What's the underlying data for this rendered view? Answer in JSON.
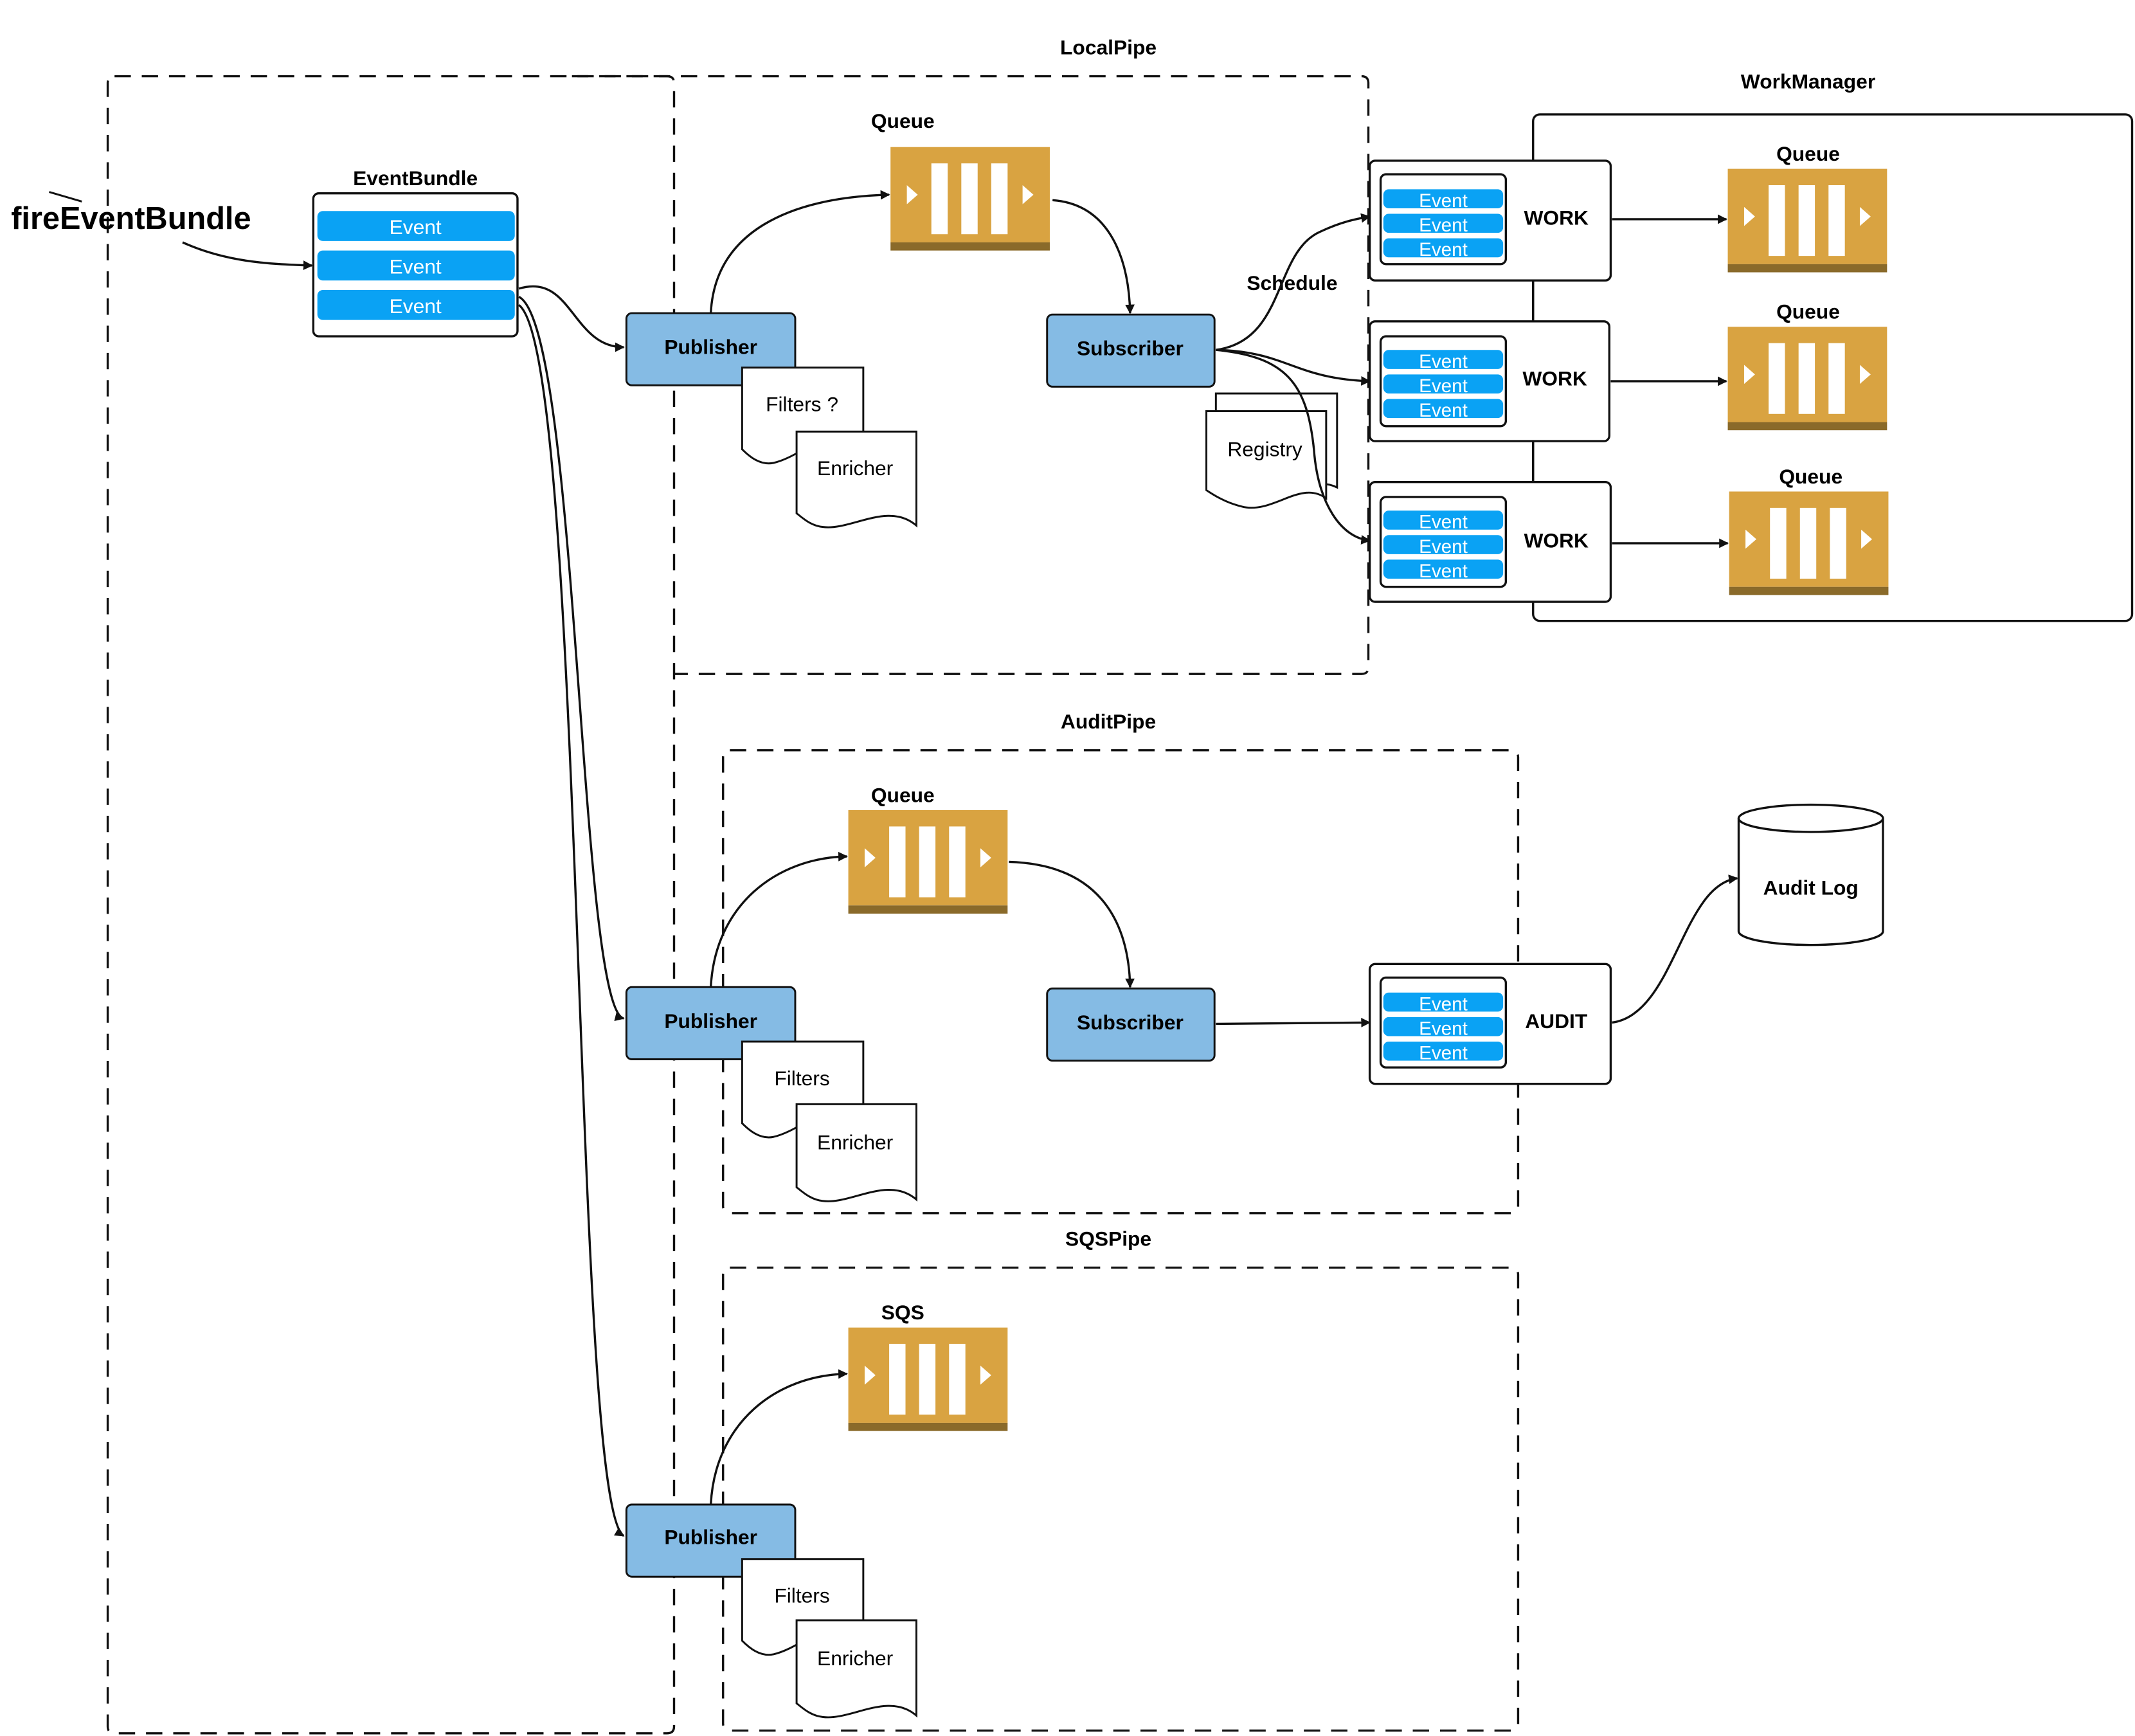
{
  "trigger": {
    "label": "fireEventBundle"
  },
  "event_bundle": {
    "title": "EventBundle",
    "items": [
      "Event",
      "Event",
      "Event"
    ]
  },
  "local_pipe": {
    "title": "LocalPipe",
    "queue_label": "Queue",
    "publisher_label": "Publisher",
    "subscriber_label": "Subscriber",
    "filters_label": "Filters ?",
    "enricher_label": "Enricher",
    "schedule_label": "Schedule",
    "registry_label": "Registry"
  },
  "work_manager": {
    "title": "WorkManager",
    "works": [
      {
        "label": "WORK",
        "events": [
          "Event",
          "Event",
          "Event"
        ],
        "queue_label": "Queue"
      },
      {
        "label": "WORK",
        "events": [
          "Event",
          "Event",
          "Event"
        ],
        "queue_label": "Queue"
      },
      {
        "label": "WORK",
        "events": [
          "Event",
          "Event",
          "Event"
        ],
        "queue_label": "Queue"
      }
    ]
  },
  "audit_pipe": {
    "title": "AuditPipe",
    "queue_label": "Queue",
    "publisher_label": "Publisher",
    "subscriber_label": "Subscriber",
    "filters_label": "Filters",
    "enricher_label": "Enricher",
    "audit_label": "AUDIT",
    "audit_events": [
      "Event",
      "Event",
      "Event"
    ],
    "audit_log_label": "Audit Log"
  },
  "sqs_pipe": {
    "title": "SQSPipe",
    "queue_label": "SQS",
    "publisher_label": "Publisher",
    "filters_label": "Filters",
    "enricher_label": "Enricher"
  },
  "colors": {
    "event_blue": "#0aa2f4",
    "publisher_fill": "#85bbe4",
    "queue_gold": "#d9a341",
    "queue_shadow": "#8a6a2a",
    "stroke": "#111111"
  }
}
